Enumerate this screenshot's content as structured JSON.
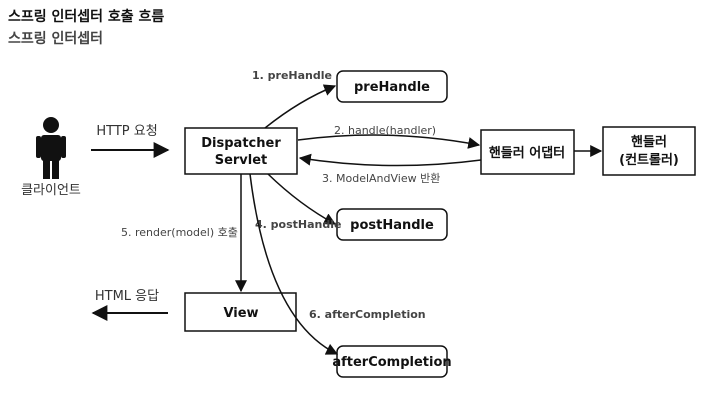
{
  "header": {
    "title": "스프링 인터셉터 호출 흐름",
    "subtitle": "스프링 인터셉터"
  },
  "actors": {
    "client": "클라이언트"
  },
  "boxes": {
    "dispatcher_line1": "Dispatcher",
    "dispatcher_line2": "Servlet",
    "prehandle": "preHandle",
    "posthandle": "postHandle",
    "handler_adapter": "핸들러 어댑터",
    "handler_line1": "핸들러",
    "handler_line2": "(컨트롤러)",
    "view": "View",
    "after_completion": "afterCompletion"
  },
  "edges": {
    "http_request": "HTTP 요청",
    "html_response": "HTML 응답",
    "step1": "1. preHandle",
    "step2": "2. handle(handler)",
    "step3": "3. ModelAndView 반환",
    "step4": "4. postHandle",
    "step5": "5. render(model) 호출",
    "step6": "6. afterCompletion"
  }
}
